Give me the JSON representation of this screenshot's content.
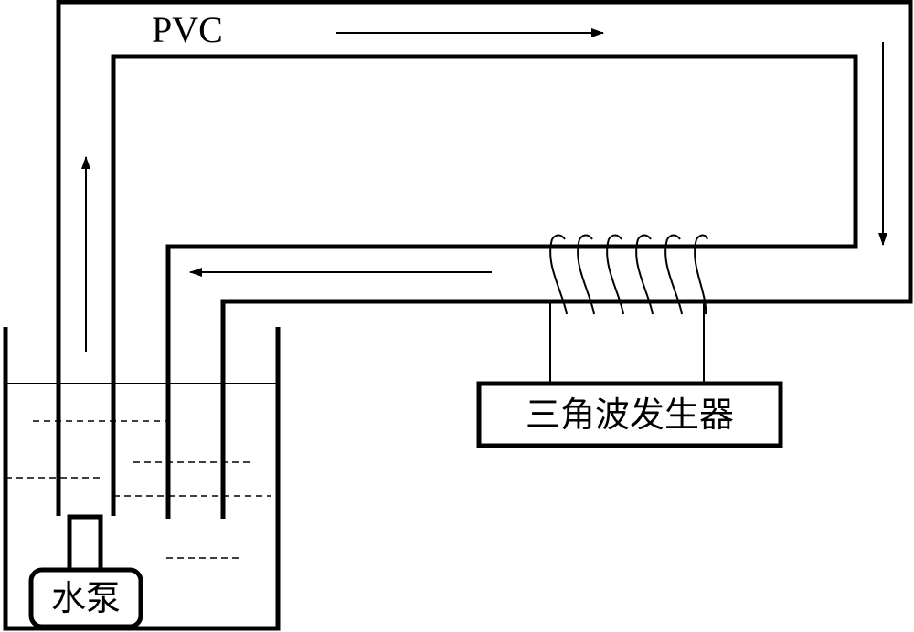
{
  "labels": {
    "pipe_material": "PVC",
    "generator": "三角波发生器",
    "pump": "水泵"
  }
}
